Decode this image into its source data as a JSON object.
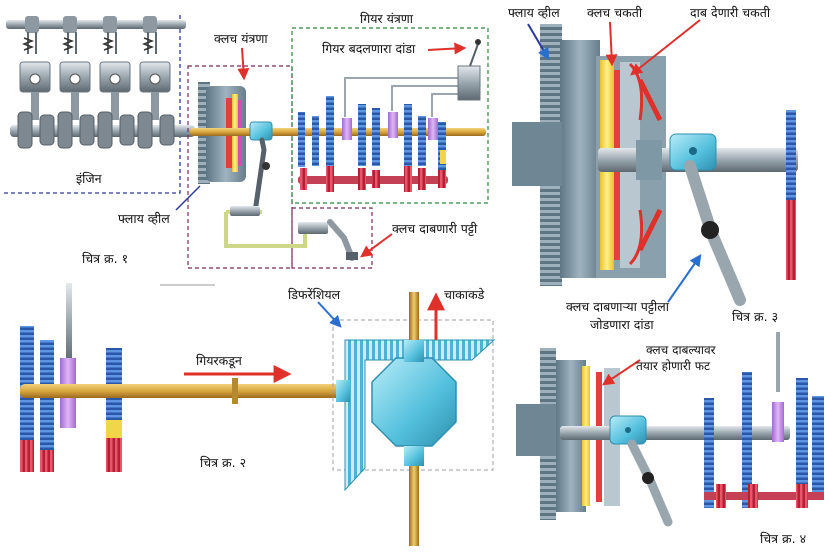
{
  "figure1": {
    "caption": "चित्र क्र. १",
    "engine_label": "इंजिन",
    "clutch_system_label": "क्लच यंत्रणा",
    "gear_system_label": "गियर यंत्रणा",
    "gear_shift_rod_label": "गियर बदलणारा दांडा",
    "flywheel_label": "फ्लाय व्हील",
    "clutch_pedal_label": "क्लच दाबणारी पट्टी"
  },
  "figure2": {
    "caption": "चित्र क्र. २",
    "differential_label": "डिफरेंशियल",
    "to_wheels_label": "चाकाकडे",
    "from_gear_label": "गियरकडून"
  },
  "figure3": {
    "caption": "चित्र क्र. ३",
    "flywheel_label": "फ्लाय व्हील",
    "clutch_plate_label": "क्लच चकती",
    "pressure_plate_label": "दाब देणारी चकती",
    "connecting_rod_label_line1": "क्लच दाबणाऱ्या पट्टीला",
    "connecting_rod_label_line2": "जोडणारा दांडा"
  },
  "figure4": {
    "caption": "चित्र क्र. ४",
    "gap_label_line1": "क्लच दाबल्यावर",
    "gap_label_line2": "तयार होणारी फट"
  },
  "colors": {
    "shaft": "#d9a640",
    "cyan": "#5bc4e0",
    "flywheel": "#7f98a6",
    "gear_blue": "#3a6fc4",
    "gear_red": "#d03044",
    "gear_pink": "#c68ee8",
    "clutch_yellow": "#f2d64a",
    "arrow_red": "#e0302a",
    "frame_purple": "#7b2a5a",
    "frame_green": "#2a8a3a",
    "frame_blue": "#2a3aa0"
  }
}
